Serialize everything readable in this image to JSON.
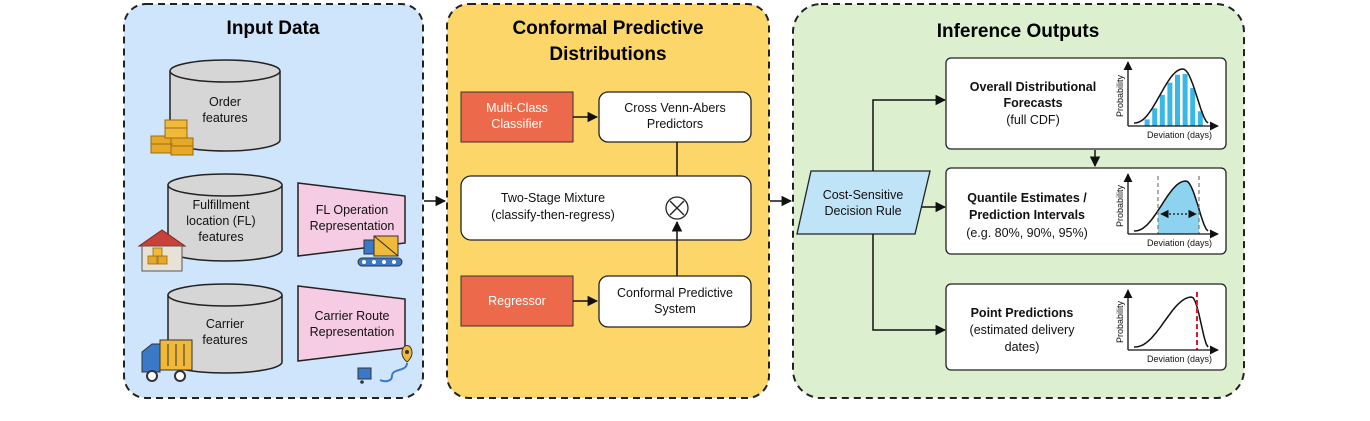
{
  "panels": {
    "input": {
      "title": "Input Data"
    },
    "cpd": {
      "title_line1": "Conformal Predictive",
      "title_line2": "Distributions"
    },
    "output": {
      "title": "Inference Outputs"
    }
  },
  "inputs": {
    "order": {
      "line1": "Order",
      "line2": "features"
    },
    "fulfillment": {
      "line1": "Fulfillment",
      "line2": "location (FL)",
      "line3": "features"
    },
    "carrier": {
      "line1": "Carrier",
      "line2": "features"
    },
    "fl_rep": {
      "line1": "FL Operation",
      "line2": "Representation"
    },
    "carrier_rep": {
      "line1": "Carrier Route",
      "line2": "Representation"
    }
  },
  "cpd": {
    "classifier": {
      "line1": "Multi-Class",
      "line2": "Classifier"
    },
    "venn_abers": {
      "line1": "Cross Venn-Abers",
      "line2": "Predictors"
    },
    "mixture": {
      "line1": "Two-Stage Mixture",
      "line2": "(classify-then-regress)",
      "symbol": "⊗"
    },
    "regressor": {
      "label": "Regressor"
    },
    "cps": {
      "line1": "Conformal Predictive",
      "line2": "System"
    }
  },
  "decision": {
    "line1": "Cost-Sensitive",
    "line2": "Decision Rule"
  },
  "outputs": {
    "distributional": {
      "line1": "Overall Distributional",
      "line2": "Forecasts",
      "line3": "(full CDF)"
    },
    "quantile": {
      "line1": "Quantile Estimates /",
      "line2": "Prediction Intervals",
      "line3": "(e.g. 80%, 90%, 95%)"
    },
    "point": {
      "line1": "Point Predictions",
      "line2": "(estimated delivery",
      "line3": "dates)"
    }
  },
  "mini_charts": {
    "ylabel": "Probability",
    "xlabel": "Deviation (days)"
  },
  "colors": {
    "input_panel": "#cfe5fb",
    "cpd_panel": "#fdd66a",
    "output_panel": "#dcf0d0",
    "cylinder": "#d6d6d6",
    "trapezoid": "#f6cce5",
    "red_box": "#ec6a4b",
    "decision": "#bfe3f7",
    "bar": "#39b7e6",
    "dashed_red": "#d31f2f"
  },
  "icons": [
    "boxes-icon",
    "warehouse-icon",
    "conveyor-icon",
    "truck-icon",
    "route-pin-icon"
  ]
}
